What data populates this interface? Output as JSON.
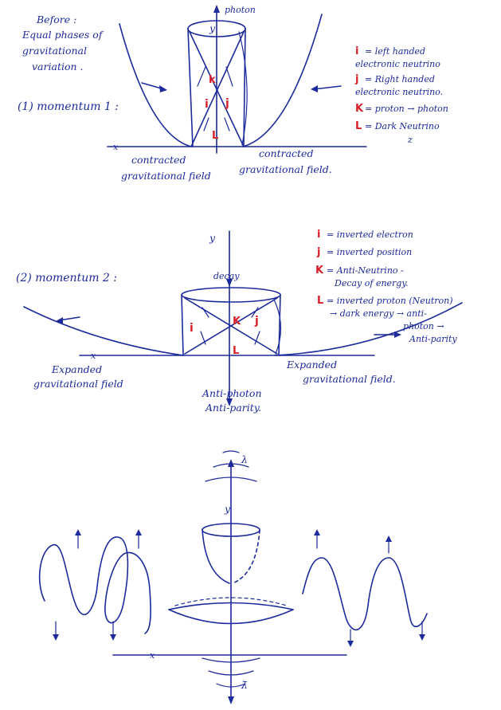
{
  "diagram1": {
    "note": [
      "Before :",
      "Equal phases of",
      "gravitational",
      "variation ."
    ],
    "title": "(1) momentum 1 :",
    "axis_y": "y",
    "axis_top": "photon",
    "axis_x": "x",
    "field_left": [
      "contracted",
      "gravitational field"
    ],
    "field_right": [
      "contracted",
      "gravitational field."
    ],
    "center_labels": [
      "k",
      "i",
      "j",
      "L"
    ],
    "legend": [
      {
        "key": "i",
        "text": [
          "= left handed",
          "electronic neutrino"
        ]
      },
      {
        "key": "j",
        "text": [
          "= Right handed",
          "electronic neutrino."
        ]
      },
      {
        "key": "K",
        "text": [
          "= proton → photon"
        ]
      },
      {
        "key": "L",
        "text": [
          "= Dark Neutrino",
          "z"
        ]
      }
    ]
  },
  "diagram2": {
    "title": "(2) momentum 2 :",
    "axis_y": "y",
    "decay": "decay",
    "axis_x": "x",
    "field_left": [
      "Expanded",
      "gravitational field"
    ],
    "field_right": [
      "Expanded",
      "gravitational field."
    ],
    "bottom": [
      "Anti-photon",
      "Anti-parity."
    ],
    "center_labels": [
      "i",
      "K",
      "j",
      "L"
    ],
    "legend": [
      {
        "key": "i",
        "text": [
          "= inverted electron"
        ]
      },
      {
        "key": "j",
        "text": [
          "= inverted position"
        ]
      },
      {
        "key": "K",
        "text": [
          "= Anti-Neutrino -",
          "Decay of energy."
        ]
      },
      {
        "key": "L",
        "text": [
          "= inverted proton (Neutron)",
          "→ dark energy → anti-",
          "photon →",
          "Anti-parity"
        ]
      }
    ]
  },
  "diagram3": {
    "lambda_top": "λ",
    "lambda_bottom": "λ̄",
    "axis_y": "y",
    "axis_x": "x"
  }
}
